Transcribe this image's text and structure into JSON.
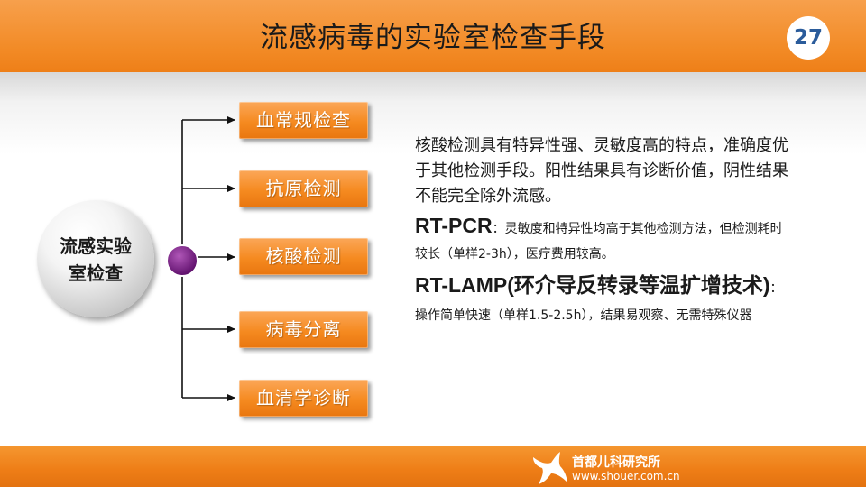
{
  "header": {
    "title": "流感病毒的实验室检查手段",
    "page_number": "27"
  },
  "diagram": {
    "center_label": "流感实验\n室检查",
    "center_dot_color": "#7a1f86",
    "methods": [
      "血常规检查",
      "抗原检测",
      "核酸检测",
      "病毒分离",
      "血清学诊断"
    ]
  },
  "description": {
    "paragraph": "核酸检测具有特异性强、灵敏度高的特点，准确度优于其他检测手段。阳性结果具有诊断价值，阴性结果不能完全除外流感。",
    "rtpcr_term": "RT-PCR",
    "rtpcr_text": "：灵敏度和特异性均高于其他检测方法，但检测耗时较长（单样2-3h），医疗费用较高。",
    "rtlamp_term": "RT-LAMP(环介导反转录等温扩增技术)",
    "rtlamp_text": "：操作简单快速（单样1.5-2.5h），结果易观察、无需特殊仪器"
  },
  "footer": {
    "org_name": "首都儿科研究所",
    "url": "www.shouer.com.cn"
  },
  "colors": {
    "orange": "#f28a25",
    "page_number": "#2b5c9b",
    "footer": "#ee7d16"
  }
}
